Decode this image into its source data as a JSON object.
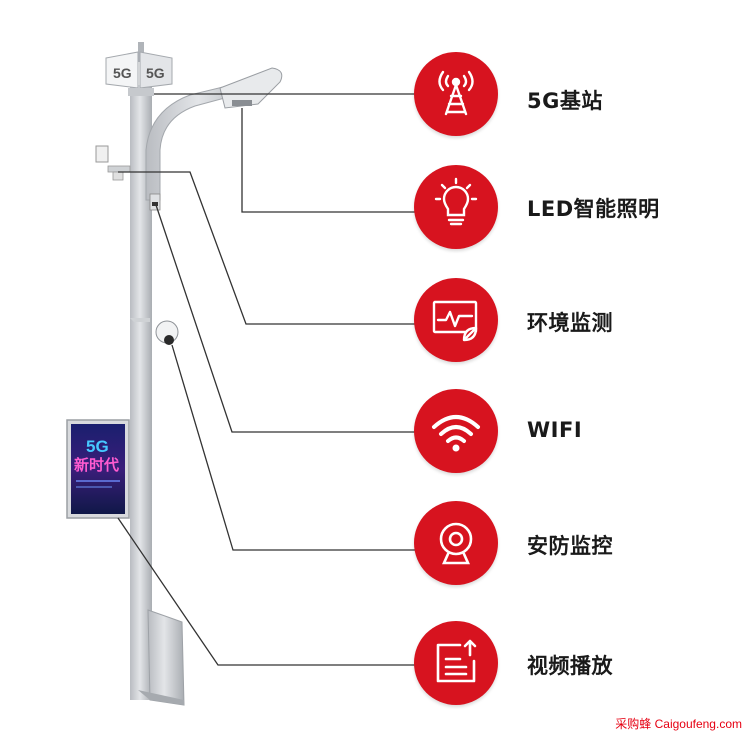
{
  "features": [
    {
      "label": "5G基站",
      "icon": "signal-tower-icon"
    },
    {
      "label": "LED智能照明",
      "icon": "light-bulb-icon"
    },
    {
      "label": "环境监测",
      "icon": "environment-monitor-icon"
    },
    {
      "label": "WIFI",
      "icon": "wifi-icon"
    },
    {
      "label": "安防监控",
      "icon": "security-camera-icon"
    },
    {
      "label": "视频播放",
      "icon": "video-upload-icon"
    }
  ],
  "pole": {
    "antenna_label_left": "5G",
    "antenna_label_right": "5G",
    "screen_text_top": "5G",
    "screen_text_bottom": "新时代"
  },
  "colors": {
    "accent": "#d7131f",
    "line": "#333333",
    "pole": "#c9ccd0"
  },
  "watermark": "采购蜂 Caigoufeng.com"
}
